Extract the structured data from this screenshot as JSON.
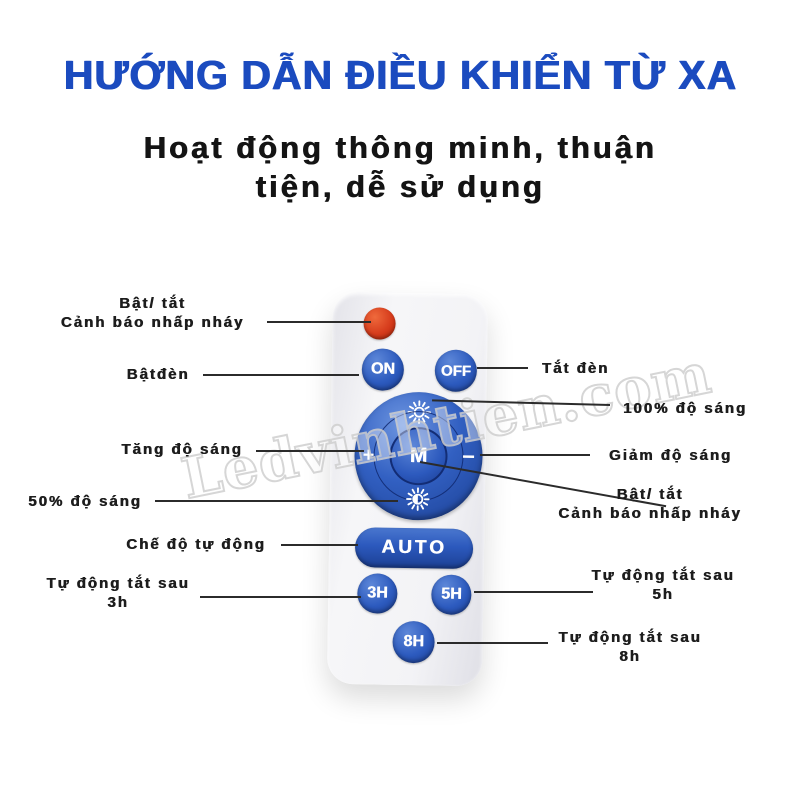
{
  "title": "HƯỚNG DẪN ĐIỀU KHIỂN TỪ XA",
  "subtitle": {
    "line1": "Hoạt động thông minh, thuận",
    "line2": "tiện, dễ sử dụng"
  },
  "watermark": "Ledvinhtien.com",
  "remote": {
    "buttons": {
      "on": "ON",
      "off": "OFF",
      "mode": "M",
      "plus": "+",
      "minus": "−",
      "auto": "AUTO",
      "timer3": "3H",
      "timer5": "5H",
      "timer8": "8H"
    },
    "icons": {
      "top": "sun-full-brightness",
      "bottom": "sun-half-brightness"
    }
  },
  "annotations": {
    "flash_left": {
      "line1": "Bật/ tắt",
      "line2": "Cảnh báo nhấp nháy"
    },
    "turn_on": "Bậtđèn",
    "increase": "Tăng độ sáng",
    "half_brightness": "50% độ sáng",
    "auto_mode": "Chế độ tự động",
    "timer3": {
      "line1": "Tự động tắt sau",
      "line2": "3h"
    },
    "turn_off": "Tắt đèn",
    "full_brightness": "100% độ sáng",
    "decrease": "Giảm độ sáng",
    "flash_right": {
      "line1": "Bật/ tắt",
      "line2": "Cảnh báo nhấp nháy"
    },
    "timer5": {
      "line1": "Tự động tắt sau",
      "line2": "5h"
    },
    "timer8": {
      "line1": "Tự động tắt sau",
      "line2": "8h"
    }
  },
  "colors": {
    "title_blue": "#1b4bbf",
    "button_blue": "#2d5bbf",
    "button_red": "#d63c1c",
    "label_text": "#1d1d1d",
    "line": "#2b2b2b",
    "remote_body": "#f3f3f6"
  }
}
